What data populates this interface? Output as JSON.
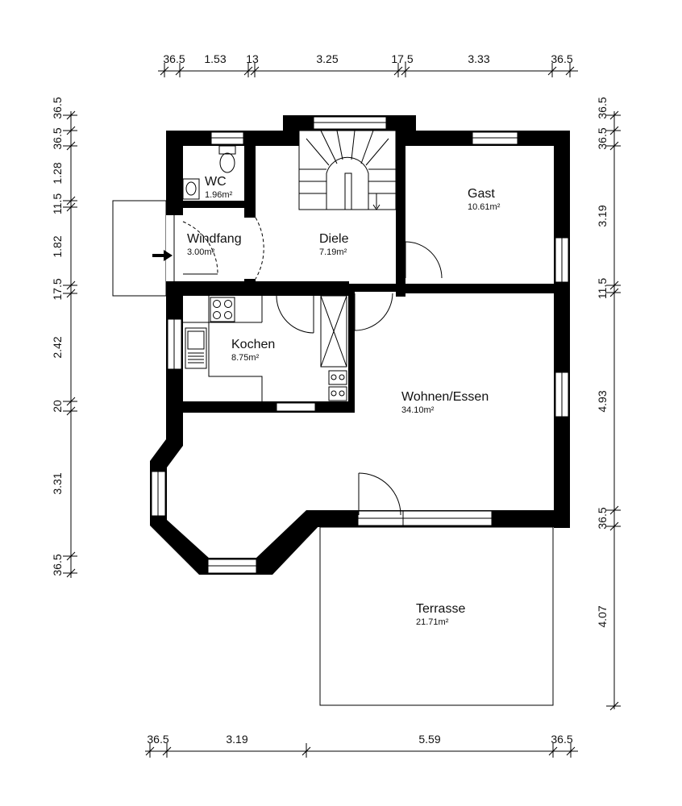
{
  "rooms": [
    {
      "name": "WC",
      "area": "1.96m²"
    },
    {
      "name": "Windfang",
      "area": "3.00m²"
    },
    {
      "name": "Diele",
      "area": "7.19m²"
    },
    {
      "name": "Gast",
      "area": "10.61m²"
    },
    {
      "name": "Kochen",
      "area": "8.75m²"
    },
    {
      "name": "Wohnen/Essen",
      "area": "34.10m²"
    },
    {
      "name": "Terrasse",
      "area": "21.71m²"
    }
  ],
  "dimensions": {
    "top": [
      "36.5",
      "1.53",
      "13",
      "3.25",
      "17.5",
      "3.33",
      "36.5"
    ],
    "bottom": [
      "36.5",
      "3.19",
      "5.59",
      "36.5"
    ],
    "left": [
      "36.5",
      "36.5",
      "1.28",
      "11.5",
      "1.82",
      "17.5",
      "2.42",
      "20",
      "3.31",
      "36.5"
    ],
    "right": [
      "36.5",
      "36.5",
      "3.19",
      "11.5",
      "4.93",
      "36.5",
      "4.07"
    ]
  }
}
